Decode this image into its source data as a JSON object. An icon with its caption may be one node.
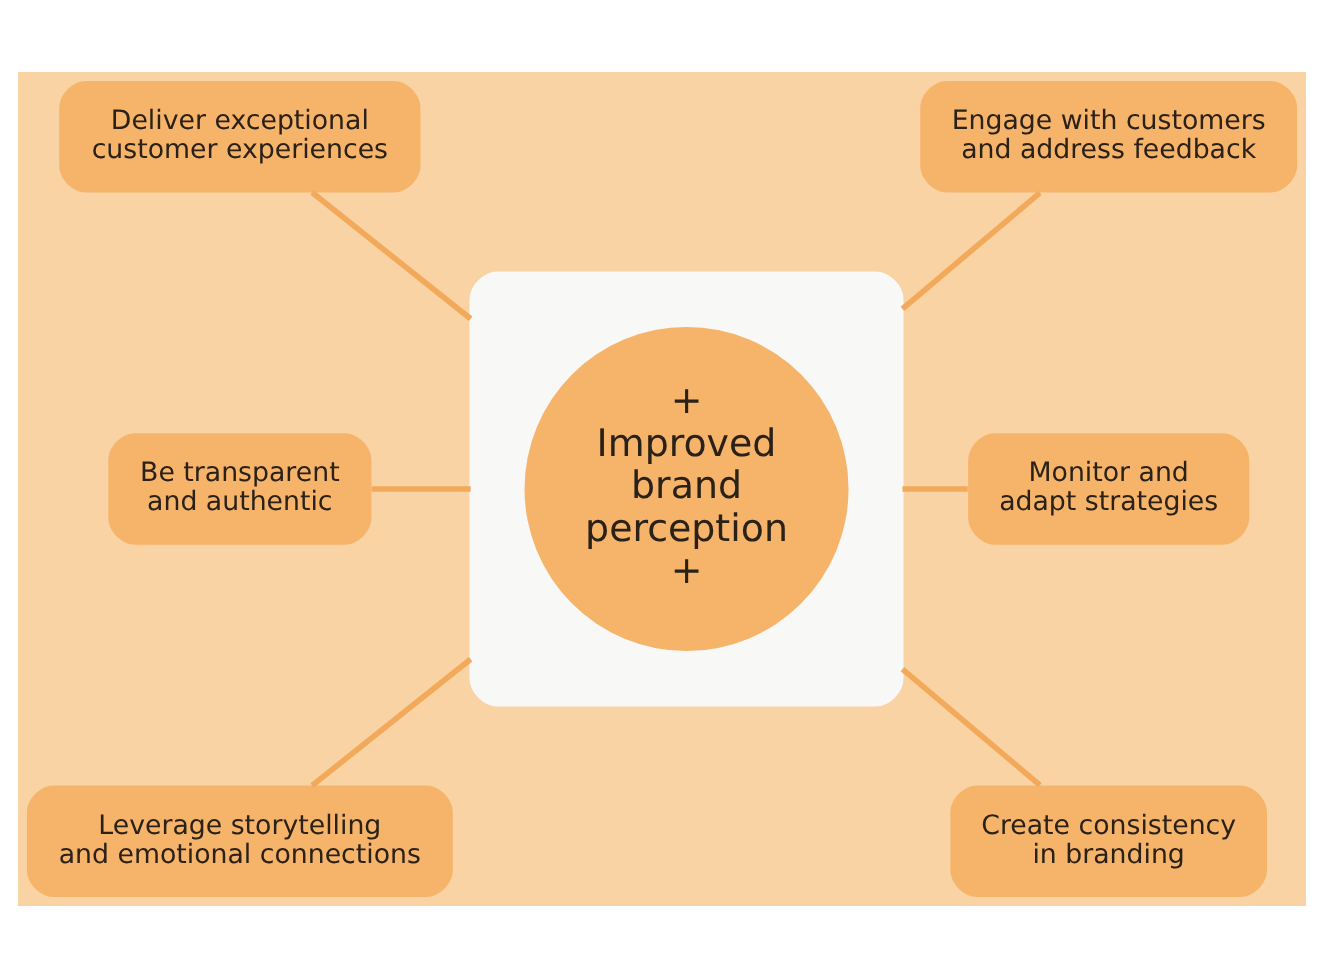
{
  "diagram": {
    "nodes": [
      {
        "text": [
          "Deliver exceptional customer experiences"
        ]
      },
      {
        "text": [
          "Engage with customers and address feedback"
        ]
      },
      {
        "text": [],
        "shape": "picture"
      },
      {
        "text": [
          "+",
          "Improved brand perception",
          "+"
        ],
        "in": 2
      },
      {
        "text": [
          "Be transparent and authentic"
        ]
      },
      {
        "text": [
          "Monitor and adapt strategies"
        ]
      },
      {
        "text": [
          "Leverage storytelling and emotional connections"
        ]
      },
      {
        "text": [
          "Create consistency in branding"
        ]
      }
    ],
    "edges": [
      {
        "from": 0,
        "to": 2,
        "arrow": "none"
      },
      {
        "from": 2,
        "to": 1,
        "arrow": "none"
      },
      {
        "from": 4,
        "to": 2,
        "arrow": "none"
      },
      {
        "from": 2,
        "to": 5,
        "arrow": "none"
      },
      {
        "from": 6,
        "to": 2,
        "arrow": "none"
      },
      {
        "from": 2,
        "to": 7,
        "arrow": "none"
      }
    ]
  }
}
